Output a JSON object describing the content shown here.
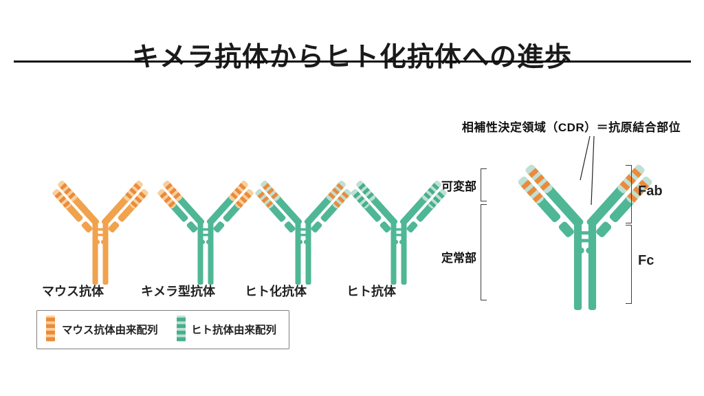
{
  "title": "キメラ抗体からヒト化抗体への進歩",
  "colors": {
    "orange_main": "#F0A24D",
    "orange_light": "#F8D09A",
    "orange_stripe": "#EC8A3C",
    "green_main": "#4FB795",
    "green_light": "#BFE0D2",
    "green_stripe": "#47AF8D"
  },
  "antibodies": [
    {
      "label": "マウス抗体",
      "scheme": {
        "body": "orange_main",
        "tip_bg": "orange_light",
        "tip_stripe": "orange_stripe"
      }
    },
    {
      "label": "キメラ型抗体",
      "scheme": {
        "body": "green_main",
        "tip_bg": "orange_light",
        "tip_stripe": "orange_stripe"
      }
    },
    {
      "label": "ヒト化抗体",
      "scheme": {
        "body": "green_main",
        "tip_bg": "green_light",
        "tip_stripe": "orange_stripe"
      }
    },
    {
      "label": "ヒト抗体",
      "scheme": {
        "body": "green_main",
        "tip_bg": "green_light",
        "tip_stripe": "green_stripe"
      }
    }
  ],
  "detail": {
    "cdr_label": "相補性決定領域（CDR）＝抗原結合部位",
    "variable_label": "可変部",
    "constant_label": "定常部",
    "fab_label": "Fab",
    "fc_label": "Fc",
    "scheme": {
      "body": "green_main",
      "tip_bg": "green_light",
      "tip_stripe": "orange_stripe"
    }
  },
  "legend": {
    "items": [
      {
        "label": "マウス抗体由来配列",
        "bg": "orange_light",
        "stripe": "orange_stripe"
      },
      {
        "label": "ヒト抗体由来配列",
        "bg": "green_light",
        "stripe": "green_stripe"
      }
    ]
  }
}
